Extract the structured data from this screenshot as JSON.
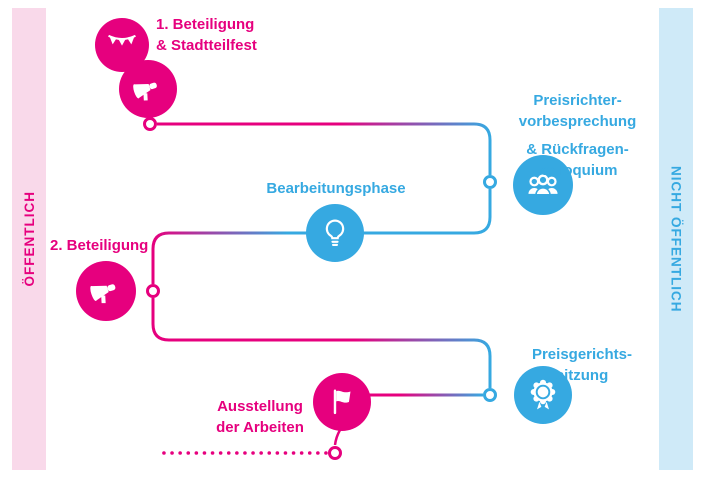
{
  "diagram": {
    "bands": {
      "left": "ÖFFENTLICH",
      "right": "NICHT ÖFFENTLICH"
    },
    "steps": {
      "participation1": {
        "line1": "1. Beteiligung",
        "line2": "& Stadtteilfest",
        "icons": [
          "bunting-icon",
          "megaphone-icon"
        ],
        "color": "pink"
      },
      "jury_briefing": {
        "line1": "Preisrichter-",
        "line2": "vorbesprechung",
        "line3": "& Rückfragen-",
        "line4": "kolloquium",
        "icons": [
          "jury-icon"
        ],
        "color": "blue"
      },
      "work_phase": {
        "line1": "Bearbeitungsphase",
        "icons": [
          "lightbulb-icon"
        ],
        "color": "blue"
      },
      "participation2": {
        "line1": "2. Beteiligung",
        "icons": [
          "megaphone-icon"
        ],
        "color": "pink"
      },
      "jury_session": {
        "line1": "Preisgerichts-",
        "line2": "sitzung",
        "icons": [
          "award-icon"
        ],
        "color": "blue"
      },
      "exhibition": {
        "line1": "Ausstellung",
        "line2": "der Arbeiten",
        "icons": [
          "flag-icon"
        ],
        "color": "pink"
      }
    },
    "colors": {
      "pink": "#e6007e",
      "blue": "#36a9e1",
      "band_pink_bg": "#f9d9ea",
      "band_blue_bg": "#cfeaf8"
    }
  }
}
